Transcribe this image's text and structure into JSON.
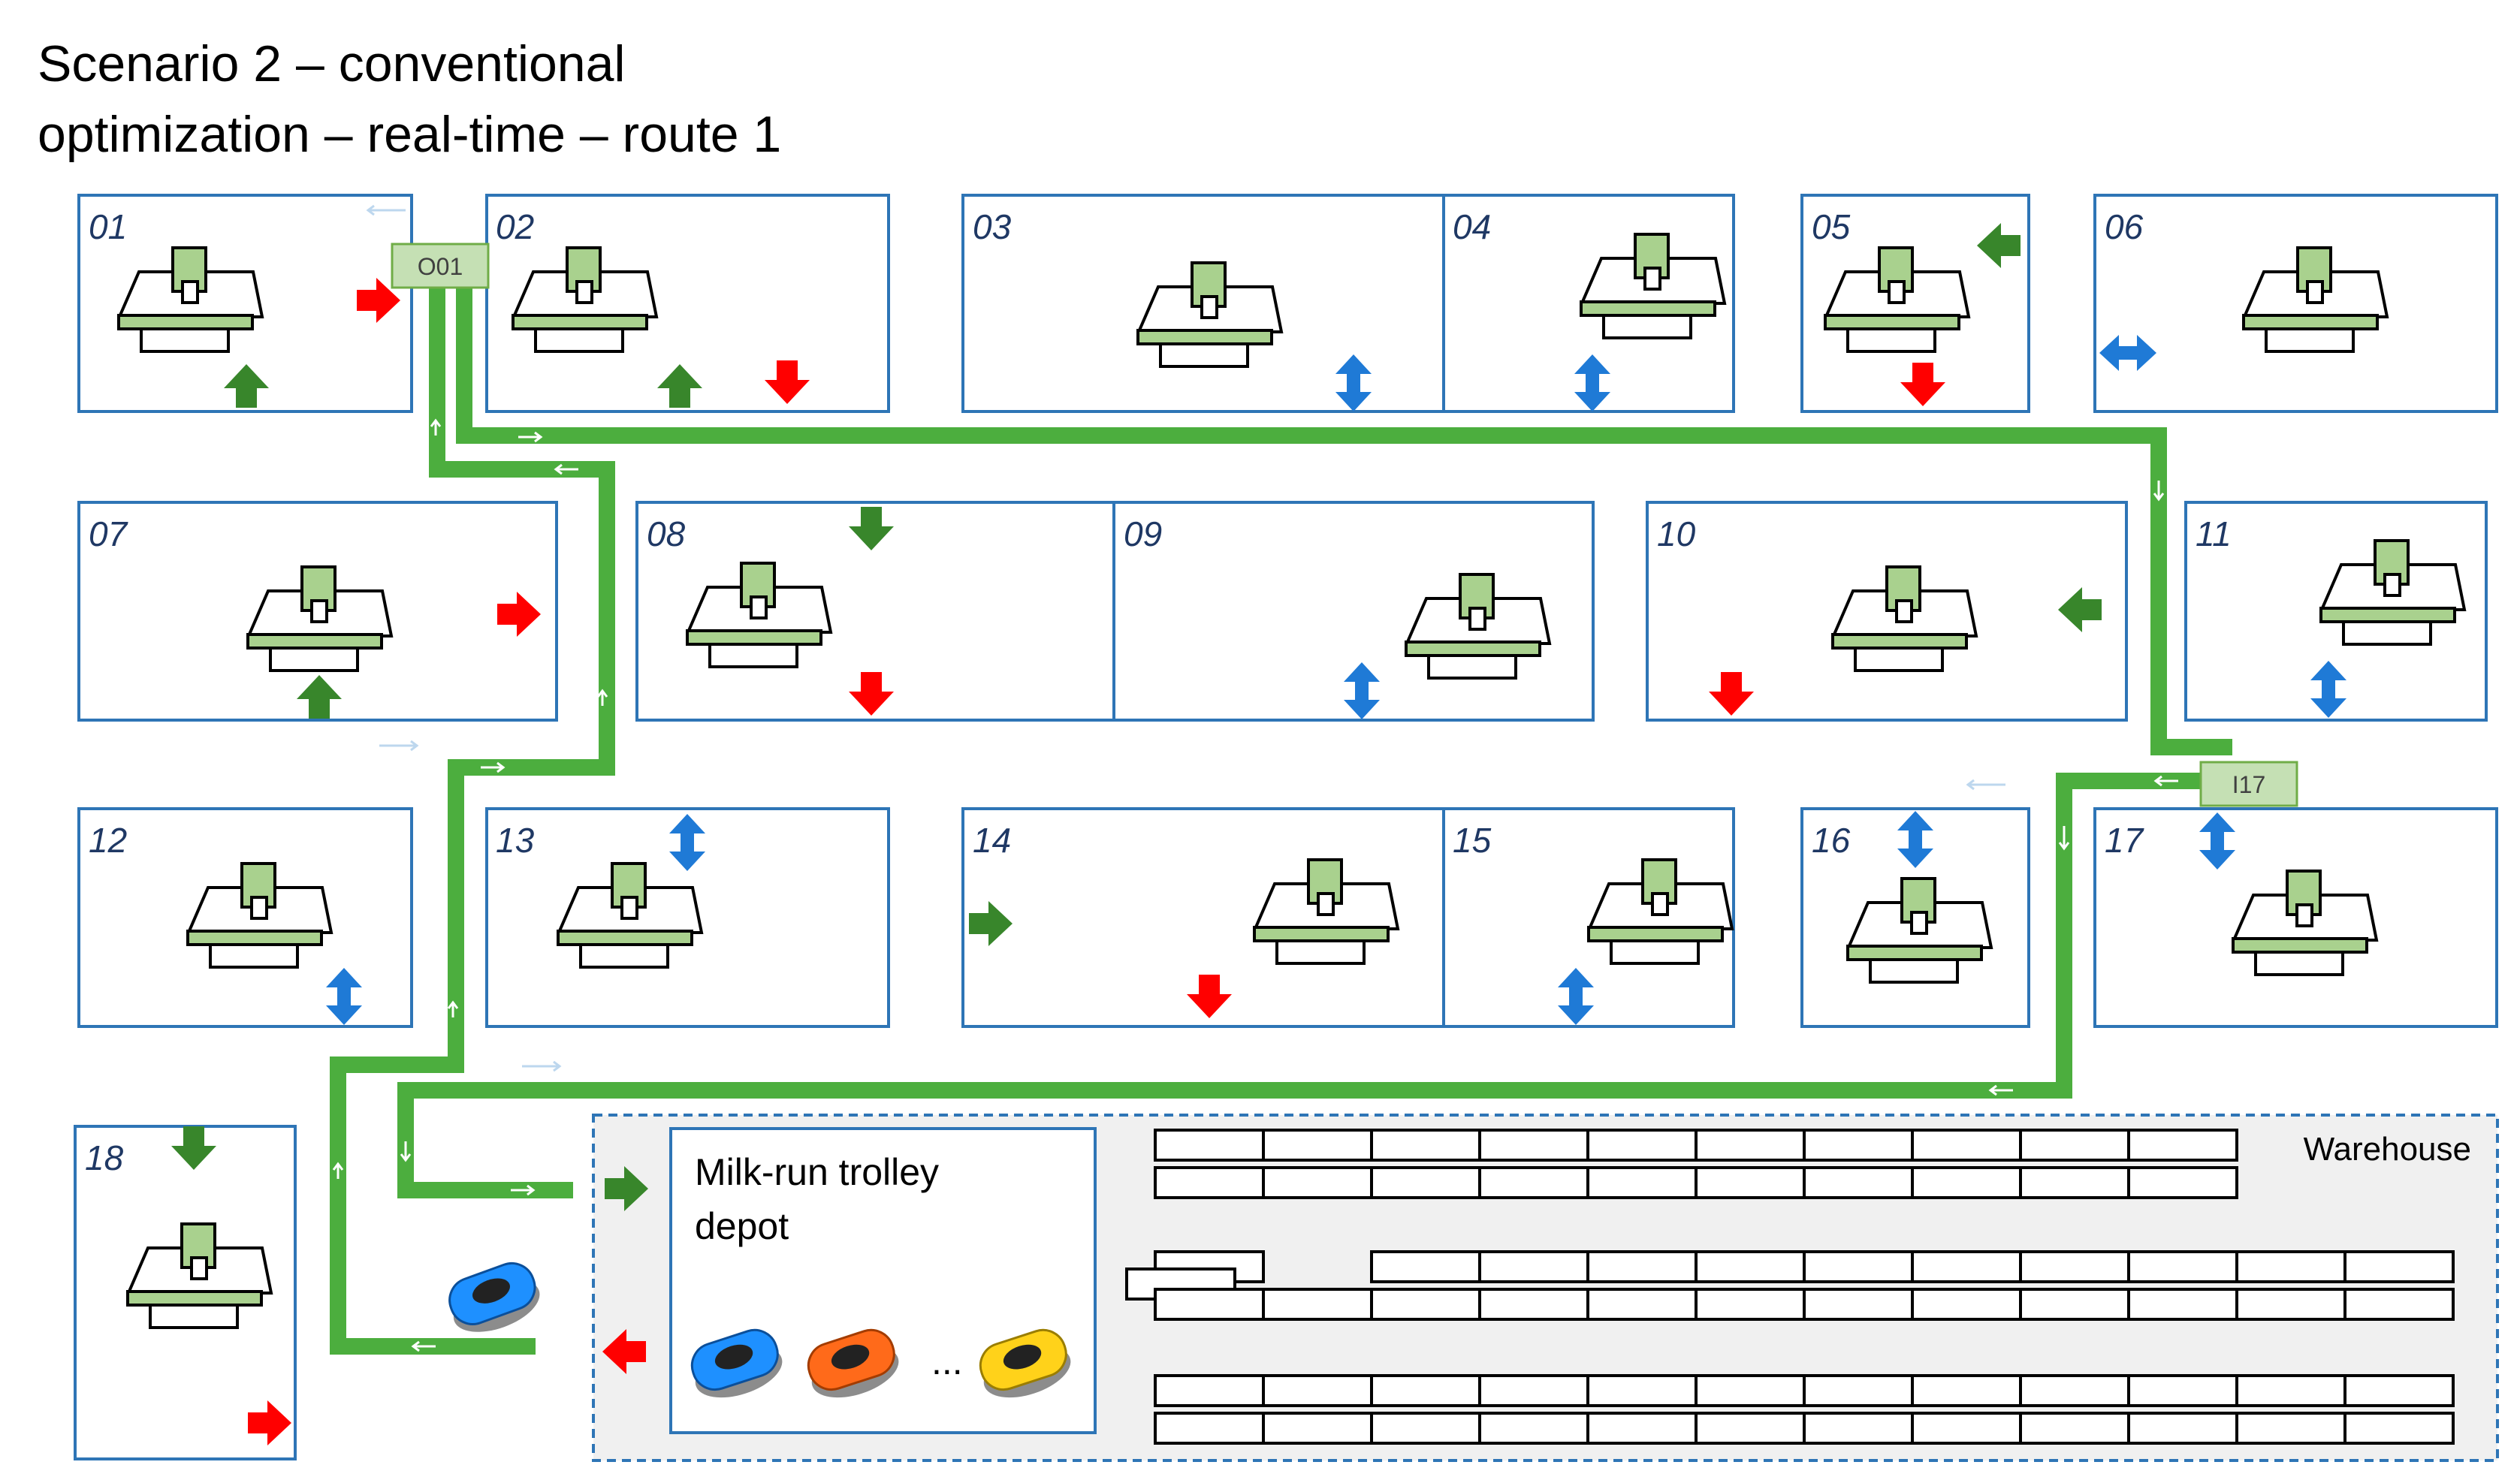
{
  "title": {
    "line1": "Scenario 2 – conventional",
    "line2": "optimization – real-time – route 1"
  },
  "stations": [
    {
      "id": "01",
      "label": "01"
    },
    {
      "id": "02",
      "label": "02"
    },
    {
      "id": "03",
      "label": "03"
    },
    {
      "id": "04",
      "label": "04"
    },
    {
      "id": "05",
      "label": "05"
    },
    {
      "id": "06",
      "label": "06"
    },
    {
      "id": "07",
      "label": "07"
    },
    {
      "id": "08",
      "label": "08"
    },
    {
      "id": "09",
      "label": "09"
    },
    {
      "id": "10",
      "label": "10"
    },
    {
      "id": "11",
      "label": "11"
    },
    {
      "id": "12",
      "label": "12"
    },
    {
      "id": "13",
      "label": "13"
    },
    {
      "id": "14",
      "label": "14"
    },
    {
      "id": "15",
      "label": "15"
    },
    {
      "id": "16",
      "label": "16"
    },
    {
      "id": "17",
      "label": "17"
    },
    {
      "id": "18",
      "label": "18"
    }
  ],
  "route_tags": {
    "o01": "O01",
    "i17": "I17"
  },
  "depot": {
    "line1": "Milk-run trolley",
    "line2": "depot",
    "ellipsis": "..."
  },
  "warehouse": {
    "label": "Warehouse"
  },
  "colors": {
    "station_border": "#2e75b6",
    "station_label": "#1f3864",
    "route": "#4cae3e",
    "machine_green": "#a9d18e",
    "arrow_red": "#ff0000",
    "arrow_green": "#38862b",
    "arrow_blue": "#1f7ad6",
    "warehouse_bg": "#f0f0f0",
    "trolley_blue": "#1e90ff",
    "trolley_orange": "#ff6a1a",
    "trolley_yellow": "#ffd21a"
  }
}
